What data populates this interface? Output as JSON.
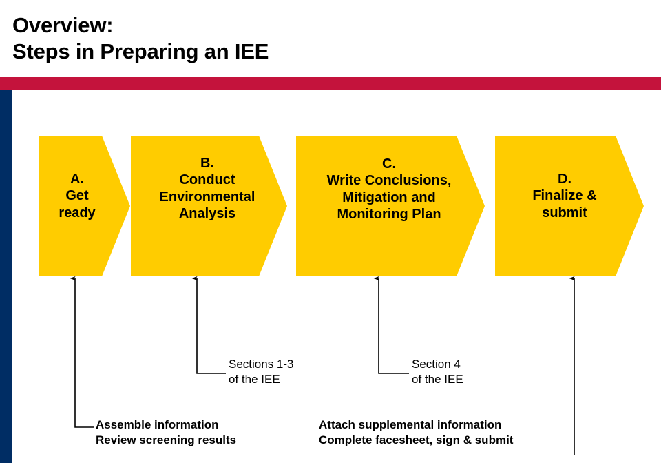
{
  "slide": {
    "title_lines": [
      "Overview:",
      "Steps in Preparing an IEE"
    ],
    "colors": {
      "accent_red": "#C4133C",
      "accent_blue": "#002D64",
      "chevron_yellow": "#FFCC00",
      "text_black": "#000000",
      "background": "#FFFFFF"
    }
  },
  "process": {
    "steps": [
      {
        "id": "A",
        "letter": "A.",
        "label": "Get\nready",
        "text": "A.\nGet\nready"
      },
      {
        "id": "B",
        "letter": "B.",
        "label": "Conduct\nEnvironmental\nAnalysis",
        "text": "B.\nConduct\nEnvironmental\nAnalysis"
      },
      {
        "id": "C",
        "letter": "C.",
        "label": "Write Conclusions,\nMitigation and\nMonitoring Plan",
        "text": "C.\nWrite Conclusions,\nMitigation and\nMonitoring Plan"
      },
      {
        "id": "D",
        "letter": "D.",
        "label": "Finalize &\nsubmit",
        "text": "D.\nFinalize &\nsubmit"
      }
    ]
  },
  "annotations": [
    {
      "id": "sections-1-3",
      "text": "Sections 1-3\nof the IEE",
      "style": "plain",
      "points_to": "B"
    },
    {
      "id": "section-4",
      "text": "Section 4\nof the IEE",
      "style": "plain",
      "points_to": "C"
    },
    {
      "id": "assemble",
      "text": "Assemble information\nReview screening results",
      "style": "bold",
      "points_to": "A"
    },
    {
      "id": "attach",
      "text": "Attach supplemental information\nComplete facesheet, sign & submit",
      "style": "bold",
      "points_to": "D"
    }
  ]
}
